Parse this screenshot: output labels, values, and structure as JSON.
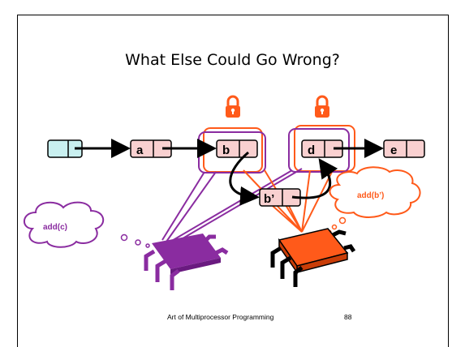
{
  "slide": {
    "title": "What Else Could Go Wrong?",
    "footer_text": "Art of Multiprocessor Programming",
    "page_number": "88"
  },
  "nodes": {
    "a": "a",
    "b": "b",
    "d": "d",
    "e": "e",
    "b_prime": "b’"
  },
  "thoughts": {
    "left": "add(c)",
    "right": "add(b’)"
  },
  "colors": {
    "node_fill": "#f9d0d0",
    "head_fill": "#c9f0f0",
    "lock_orange": "#ff5a1a",
    "purple": "#8a2ca0",
    "cpu_orange": "#ff5a1a",
    "cpu_purple": "#8a2ca0"
  },
  "icons": [
    "lock-icon",
    "lock-icon",
    "purple-cpu-chip-icon",
    "orange-cpu-chip-icon"
  ]
}
